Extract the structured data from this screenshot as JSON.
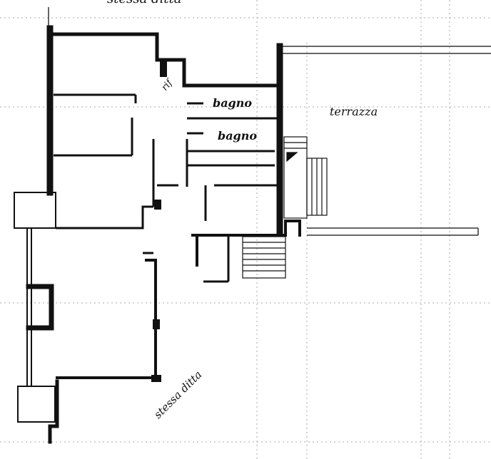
{
  "plan": {
    "labels": {
      "top_neighbor": "stessa ditta",
      "storage": "rif",
      "bathroom_1": "bagno",
      "bathroom_2": "bagno",
      "terrace": "terrazza",
      "bottom_neighbor": "stessa ditta"
    },
    "colors": {
      "ink": "#111111",
      "grid": "#9a9a9a",
      "paper": "#ffffff"
    }
  }
}
